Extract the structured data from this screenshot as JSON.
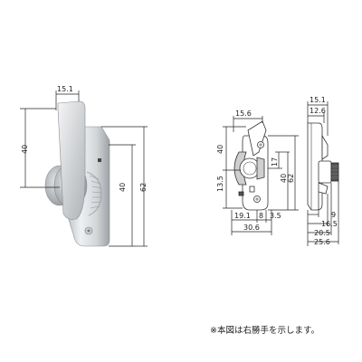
{
  "photo_dims": {
    "width_top": "15.1",
    "height_upper": "40",
    "height_lower": "40",
    "height_total": "62"
  },
  "front_dims": {
    "width_top": "15.6",
    "height_upper": "40",
    "height_left_lower": "13.5",
    "inner_17": "17",
    "inner_40": "40",
    "height_total": "62",
    "bottom_19_1": "19.1",
    "bottom_8": "8",
    "bottom_3_5": "3.5",
    "bottom_total": "30.6"
  },
  "side_dims": {
    "top_15_1": "15.1",
    "top_12_6": "12.6",
    "right_9": "9",
    "right_16_5": "16.5",
    "right_20_5": "20.5",
    "right_25_6": "25.6"
  },
  "note": "※本図は右勝手を示します。"
}
